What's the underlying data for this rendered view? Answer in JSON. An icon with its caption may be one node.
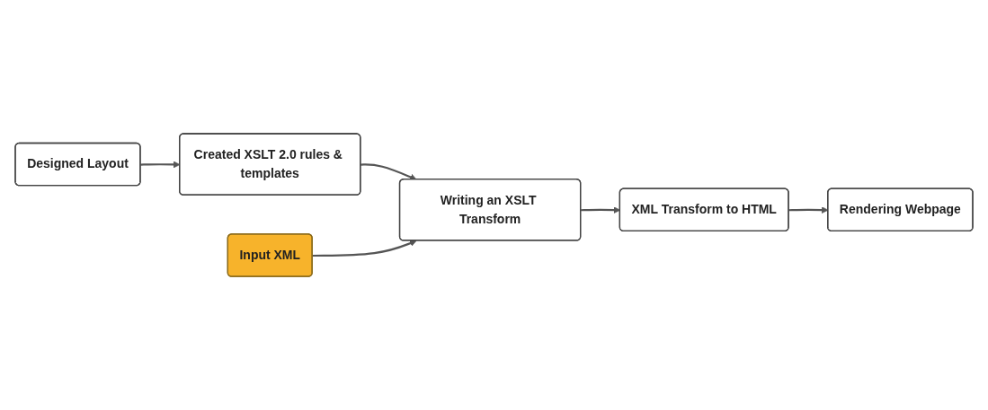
{
  "diagram": {
    "nodes": [
      {
        "text": [
          "Designed Layout"
        ]
      },
      {
        "text": [
          "Created XSLT 2.0 rules & templates"
        ]
      },
      {
        "text": [
          "XML Transform to HTML"
        ]
      },
      {
        "text": [
          "Writing an XSLT Transform"
        ]
      },
      {
        "text": [
          "Input XML"
        ]
      },
      {
        "text": [
          "Rendering Webpage"
        ]
      }
    ],
    "edges": [
      {
        "from": 0,
        "to": 1,
        "arrow": "to"
      },
      {
        "from": 1,
        "to": 3,
        "arrow": "to"
      },
      {
        "from": 3,
        "to": 2,
        "arrow": "to"
      },
      {
        "from": 4,
        "to": 3,
        "arrow": "to"
      },
      {
        "from": 2,
        "to": 5,
        "arrow": "to"
      }
    ]
  }
}
